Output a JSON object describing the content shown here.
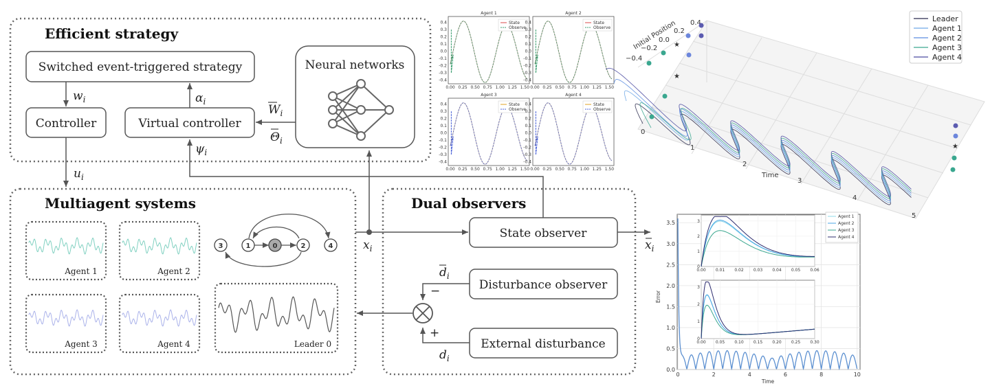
{
  "panels": {
    "efficient": "Efficient strategy",
    "multiagent": "Multiagent systems",
    "dual": "Dual observers"
  },
  "blocks": {
    "switched": "Switched event-triggered strategy",
    "controller": "Controller",
    "virtual": "Virtual controller",
    "neural": "Neural networks",
    "state_obs": "State observer",
    "dist_obs": "Disturbance observer",
    "ext_dist": "External disturbance"
  },
  "signals": {
    "w": "w",
    "alpha": "α",
    "W": "W",
    "Theta": "Θ",
    "psi": "ψ",
    "u": "u",
    "x": "x",
    "xhat": "x",
    "dhat": "d",
    "d": "d",
    "sub_i": "i",
    "minus": "−",
    "plus": "+",
    "otimes": "⊗"
  },
  "graph": {
    "nodes": [
      "3",
      "1",
      "0",
      "2",
      "4"
    ],
    "leader_node": "0"
  },
  "agents": {
    "a1": "Agent 1",
    "a2": "Agent 2",
    "a3": "Agent 3",
    "a4": "Agent 4",
    "leader": "Leader 0"
  },
  "colors": {
    "teal": "#7fd0c0",
    "lavender": "#aab2ea",
    "dark": "#555555",
    "green": "#3a9e70",
    "blue": "#4a78d8",
    "red": "#d84a4a",
    "navy": "#2b2b6e"
  },
  "small_plots": {
    "titles": [
      "Agent 1",
      "Agent 2",
      "Agent 3",
      "Agent 4"
    ],
    "legend": [
      "State",
      "Observe"
    ],
    "yticks": [
      "0.4",
      "0.3",
      "0.2",
      "0.1",
      "0.0",
      "-0.1",
      "-0.2",
      "-0.3",
      "-0.4"
    ],
    "xticks": [
      "0.00",
      "0.25",
      "0.50",
      "0.75",
      "1.00",
      "1.25",
      "1.50"
    ]
  },
  "plot3d": {
    "legend": [
      "Leader",
      "Agent 1",
      "Agent 2",
      "Agent 3",
      "Agent 4"
    ],
    "axis_label_y": "Initial Position",
    "axis_label_x": "Time",
    "yticks": [
      "0.4",
      "0.2",
      "0.0",
      "−0.2",
      "−0.4"
    ],
    "xticks": [
      "0",
      "1",
      "2",
      "3",
      "4",
      "5"
    ]
  },
  "error_plot": {
    "ylabel": "Error",
    "xlabel": "Time",
    "yticks": [
      "0.0",
      "0.5",
      "1.0",
      "1.5",
      "2.0",
      "2.5",
      "3.0",
      "3.5"
    ],
    "xticks": [
      "0",
      "2",
      "4",
      "6",
      "8",
      "10"
    ],
    "legend": [
      "Agent 1",
      "Agent 2",
      "Agent 3",
      "Agent 4"
    ],
    "inset1_yticks": [
      "0",
      "1",
      "2",
      "3"
    ],
    "inset1_xticks": [
      "0.00",
      "0.01",
      "0.02",
      "0.03",
      "0.04",
      "0.05",
      "0.06"
    ],
    "inset2_yticks": [
      "0",
      "1",
      "2",
      "3"
    ],
    "inset2_xticks": [
      "0.00",
      "0.05",
      "0.10",
      "0.15",
      "0.20",
      "0.25",
      "0.30"
    ]
  }
}
